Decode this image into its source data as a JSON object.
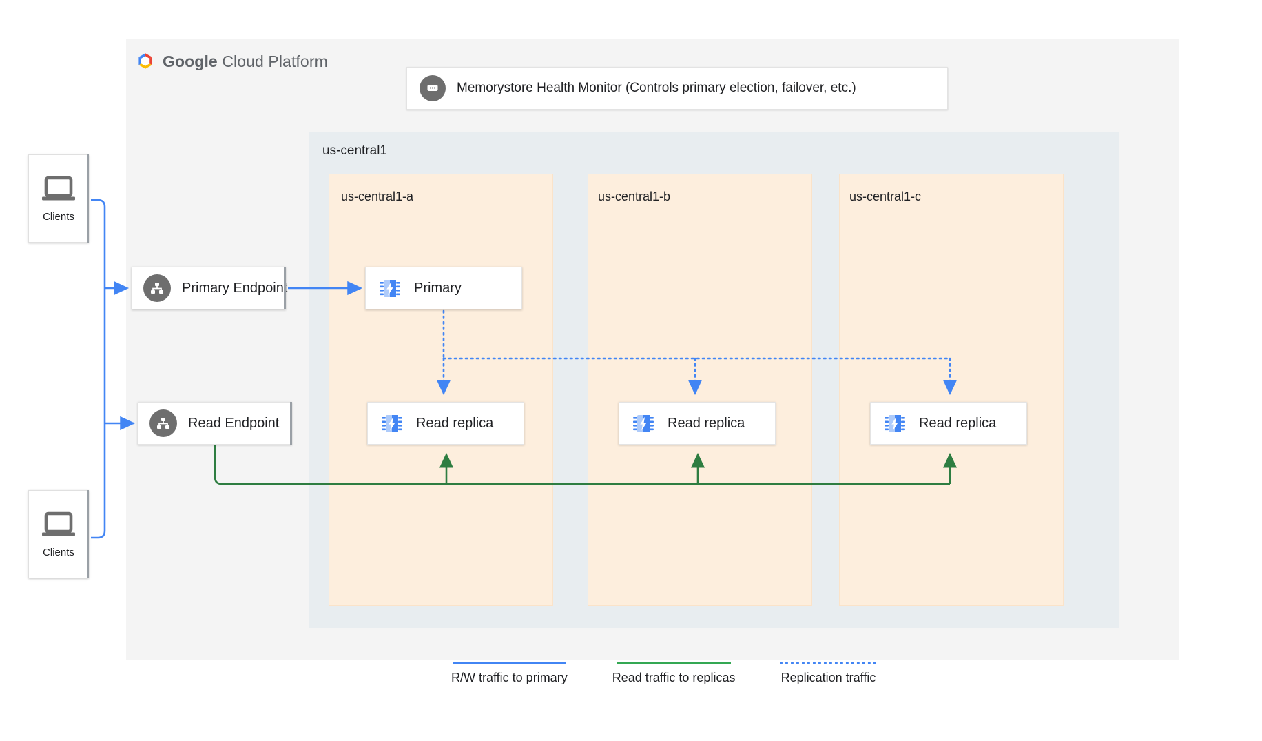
{
  "brand": {
    "name_bold": "Google",
    "name_light": " Cloud Platform",
    "logo_icon": "google-cloud-hexagon-icon"
  },
  "health_monitor": {
    "label": "Memorystore Health Monitor (Controls primary election, failover, etc.)",
    "icon": "chat-bubble-dots-icon"
  },
  "region": {
    "label": "us-central1"
  },
  "zones": [
    {
      "label": "us-central1-a"
    },
    {
      "label": "us-central1-b"
    },
    {
      "label": "us-central1-c"
    }
  ],
  "endpoints": [
    {
      "label": "Primary Endpoint",
      "icon": "network-hierarchy-icon"
    },
    {
      "label": "Read Endpoint",
      "icon": "network-hierarchy-icon"
    }
  ],
  "nodes": [
    {
      "label": "Primary",
      "icon": "memorystore-chip-icon",
      "zone": "us-central1-a"
    },
    {
      "label": "Read replica",
      "icon": "memorystore-chip-icon",
      "zone": "us-central1-a"
    },
    {
      "label": "Read replica",
      "icon": "memorystore-chip-icon",
      "zone": "us-central1-b"
    },
    {
      "label": "Read replica",
      "icon": "memorystore-chip-icon",
      "zone": "us-central1-c"
    }
  ],
  "clients": [
    {
      "label": "Clients",
      "icon": "laptop-icon"
    },
    {
      "label": "Clients",
      "icon": "laptop-icon"
    }
  ],
  "legend": [
    {
      "label": "R/W traffic to primary",
      "style": "solid",
      "color": "#4285f4"
    },
    {
      "label": "Read traffic to replicas",
      "style": "solid",
      "color": "#34a853"
    },
    {
      "label": "Replication traffic",
      "style": "dotted",
      "color": "#4285f4"
    }
  ],
  "colors": {
    "blue": "#4285f4",
    "green": "#34a853",
    "zone_fill": "#fdeedd",
    "region_fill": "#e8edf0",
    "panel_fill": "#f4f4f4",
    "icon_gray": "#6e6e6e"
  }
}
